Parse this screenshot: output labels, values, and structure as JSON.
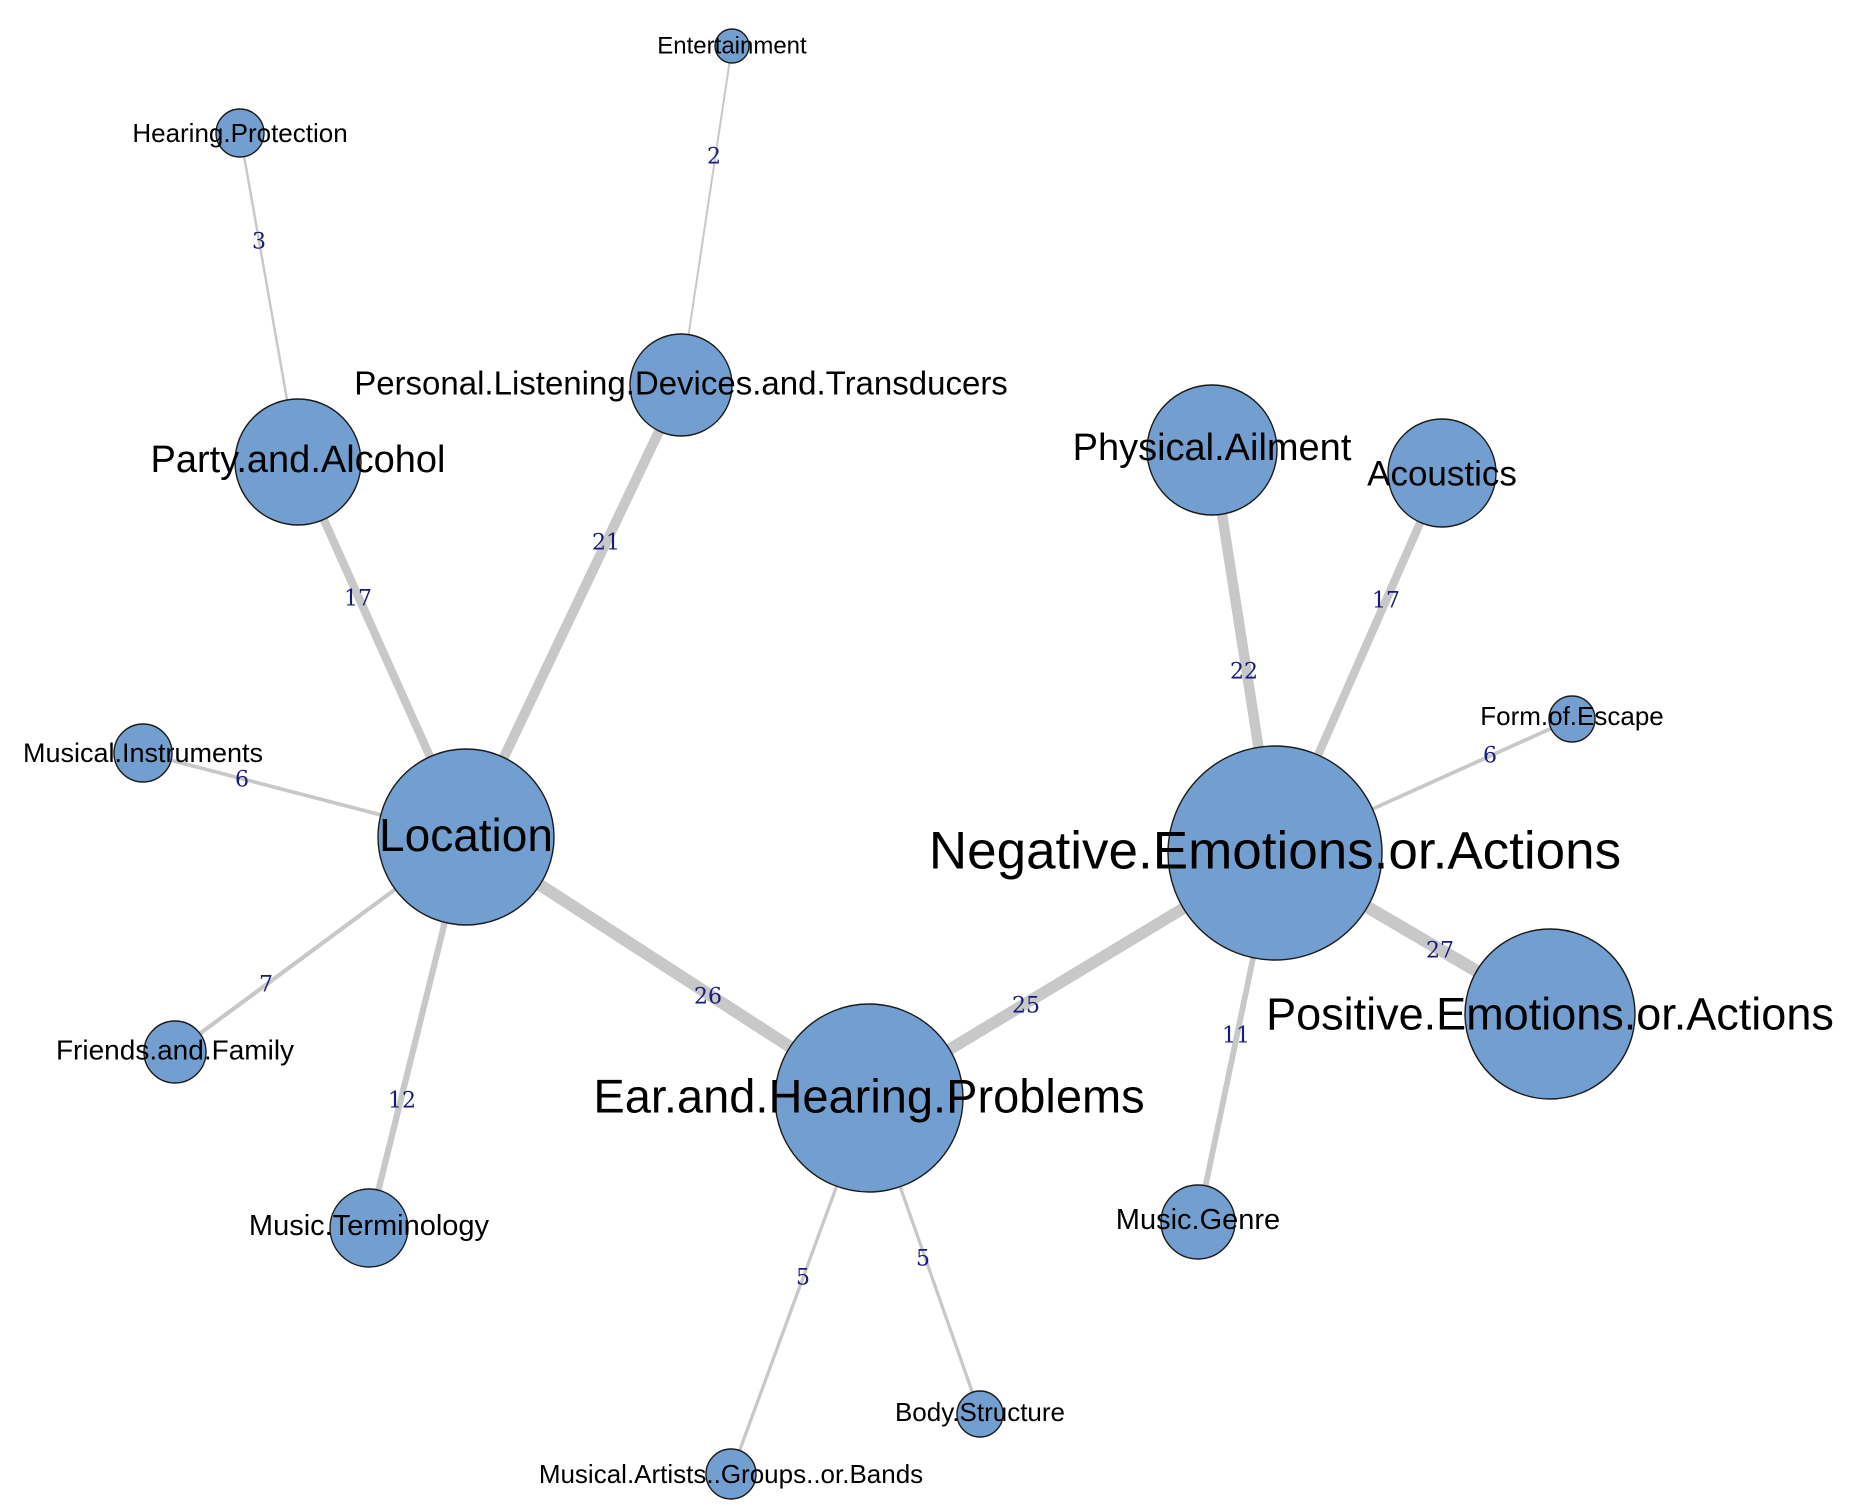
{
  "colors": {
    "node_fill": "#729fcf",
    "node_stroke": "#1a1a1a",
    "edge": "#c8c8c8",
    "edge_label": "#1a1a7a",
    "node_label": "#000000"
  },
  "nodes": [
    {
      "id": "entertainment",
      "label": "Entertainment"
    },
    {
      "id": "hearing-protection",
      "label": "Hearing.Protection"
    },
    {
      "id": "personal-listening",
      "label": "Personal.Listening.Devices.and.Transducers"
    },
    {
      "id": "party-alcohol",
      "label": "Party.and.Alcohol"
    },
    {
      "id": "physical-ailment",
      "label": "Physical.Ailment"
    },
    {
      "id": "acoustics",
      "label": "Acoustics"
    },
    {
      "id": "form-of-escape",
      "label": "Form.of.Escape"
    },
    {
      "id": "musical-instruments",
      "label": "Musical.Instruments"
    },
    {
      "id": "location",
      "label": "Location"
    },
    {
      "id": "negative-emotions",
      "label": "Negative.Emotions.or.Actions"
    },
    {
      "id": "positive-emotions",
      "label": "Positive.Emotions.or.Actions"
    },
    {
      "id": "friends-family",
      "label": "Friends.and.Family"
    },
    {
      "id": "ear-hearing",
      "label": "Ear.and.Hearing.Problems"
    },
    {
      "id": "music-terminology",
      "label": "Music.Terminology"
    },
    {
      "id": "music-genre",
      "label": "Music.Genre"
    },
    {
      "id": "body-structure",
      "label": "Body.Structure"
    },
    {
      "id": "musical-artists",
      "label": "Musical.Artists..Groups..or.Bands"
    }
  ],
  "edges": [
    {
      "source": "personal-listening",
      "target": "entertainment",
      "weight": 2,
      "label": "2"
    },
    {
      "source": "party-alcohol",
      "target": "hearing-protection",
      "weight": 3,
      "label": "3"
    },
    {
      "source": "location",
      "target": "party-alcohol",
      "weight": 17,
      "label": "17"
    },
    {
      "source": "location",
      "target": "personal-listening",
      "weight": 21,
      "label": "21"
    },
    {
      "source": "location",
      "target": "musical-instruments",
      "weight": 6,
      "label": "6"
    },
    {
      "source": "location",
      "target": "friends-family",
      "weight": 7,
      "label": "7"
    },
    {
      "source": "location",
      "target": "music-terminology",
      "weight": 12,
      "label": "12"
    },
    {
      "source": "location",
      "target": "ear-hearing",
      "weight": 26,
      "label": "26"
    },
    {
      "source": "ear-hearing",
      "target": "negative-emotions",
      "weight": 25,
      "label": "25"
    },
    {
      "source": "ear-hearing",
      "target": "musical-artists",
      "weight": 5,
      "label": "5"
    },
    {
      "source": "ear-hearing",
      "target": "body-structure",
      "weight": 5,
      "label": "5"
    },
    {
      "source": "negative-emotions",
      "target": "physical-ailment",
      "weight": 22,
      "label": "22"
    },
    {
      "source": "negative-emotions",
      "target": "acoustics",
      "weight": 17,
      "label": "17"
    },
    {
      "source": "negative-emotions",
      "target": "form-of-escape",
      "weight": 6,
      "label": "6"
    },
    {
      "source": "negative-emotions",
      "target": "positive-emotions",
      "weight": 27,
      "label": "27"
    },
    {
      "source": "negative-emotions",
      "target": "music-genre",
      "weight": 11,
      "label": "11"
    }
  ]
}
